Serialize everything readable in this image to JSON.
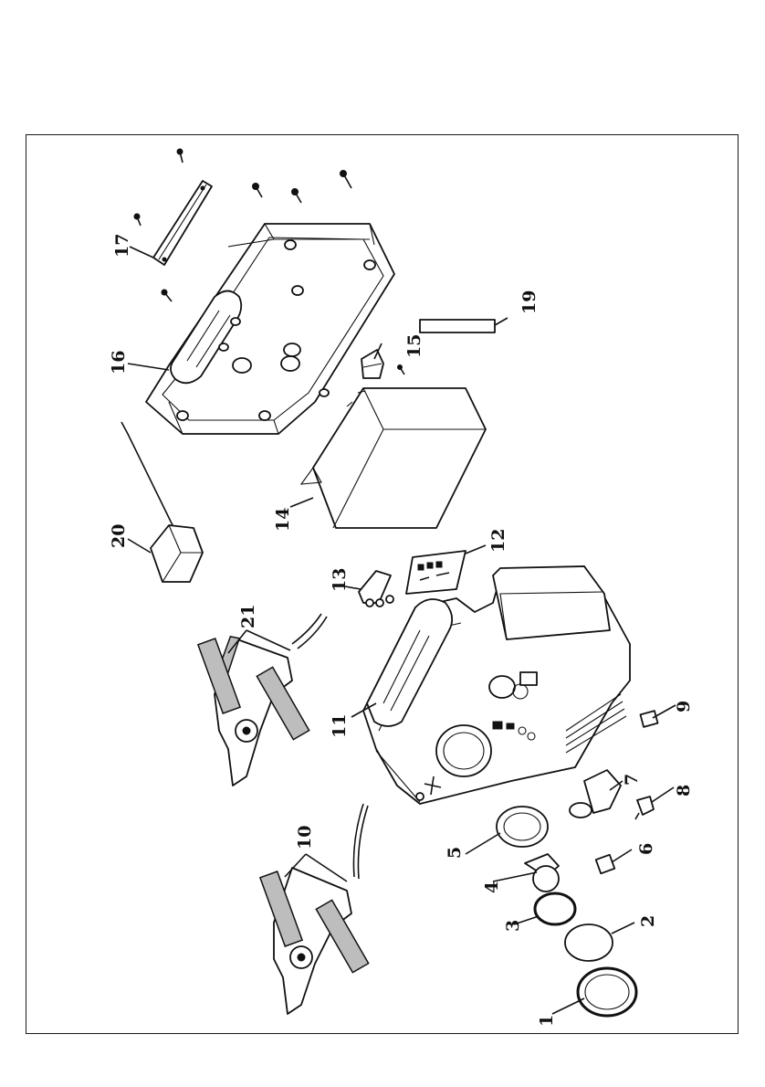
{
  "diagram": {
    "labels": {
      "p1": "1",
      "p2": "2",
      "p3": "3",
      "p4": "4",
      "p5": "5",
      "p6": "6",
      "p7": "7",
      "p8": "8",
      "p9": "9",
      "p10": "10",
      "p11": "11",
      "p12": "12",
      "p13": "13",
      "p14": "14",
      "p15": "15",
      "p16": "16",
      "p17": "17",
      "p19": "19",
      "p20": "20",
      "p21": "21"
    }
  }
}
